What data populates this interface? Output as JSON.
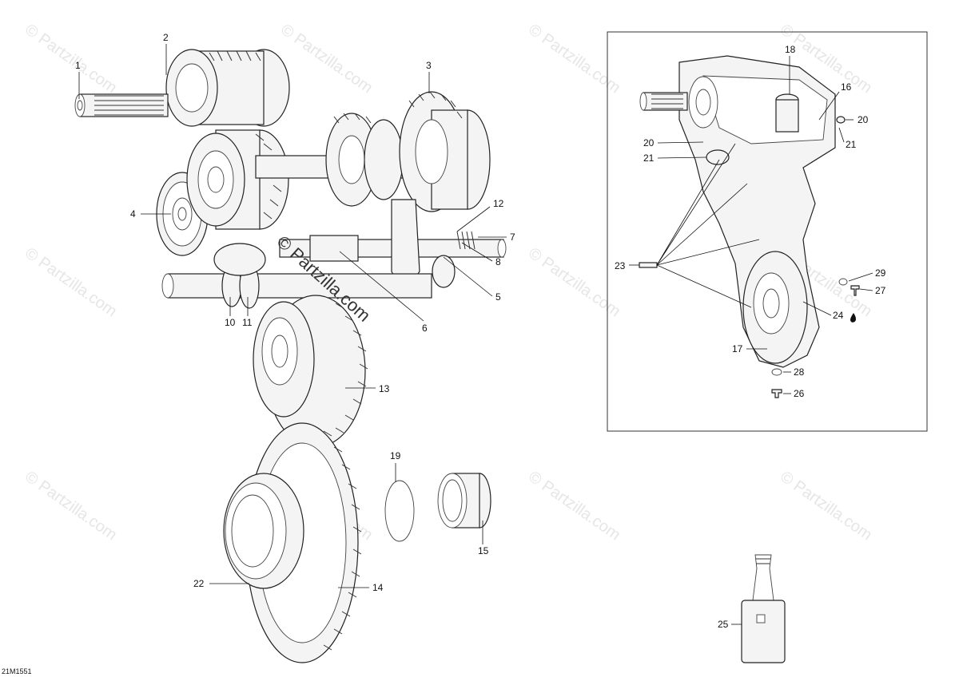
{
  "diagram_code": "21M1551",
  "watermark": {
    "text": "© Partzilla.com",
    "center_text": "© Partzilla.com"
  },
  "callouts": {
    "c1": "1",
    "c2": "2",
    "c3": "3",
    "c4": "4",
    "c5": "5",
    "c6": "6",
    "c7": "7",
    "c8": "8",
    "c10": "10",
    "c11": "11",
    "c12": "12",
    "c13": "13",
    "c14": "14",
    "c15": "15",
    "c16": "16",
    "c17": "17",
    "c18": "18",
    "c19": "19",
    "c20a": "20",
    "c20b": "20",
    "c21a": "21",
    "c21b": "21",
    "c22": "22",
    "c23": "23",
    "c24": "24",
    "c25": "25",
    "c26": "26",
    "c27": "27",
    "c28": "28",
    "c29": "29"
  }
}
